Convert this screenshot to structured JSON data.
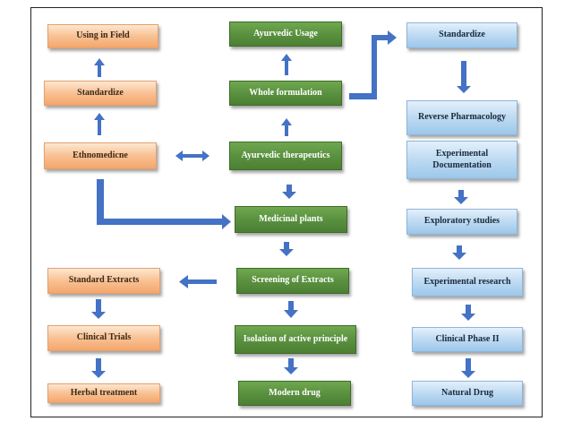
{
  "left_column": {
    "using_in_field": "Using in Field",
    "standardize": "Standardize",
    "ethnomedicne": "Ethnomedicne",
    "standard_extracts": "Standard Extracts",
    "clinical_trials": "Clinical Trials",
    "herbal_treatment": "Herbal treatment"
  },
  "center_column": {
    "ayurvedic_usage": "Ayurvedic Usage",
    "whole_formulation": "Whole formulation",
    "ayurvedic_therapeutics": "Ayurvedic therapeutics",
    "medicinal_plants": "Medicinal plants",
    "screening_of_extracts": "Screening of Extracts",
    "isolation_of_active_principle": "Isolation of active principle",
    "modern_drug": "Modern drug"
  },
  "right_column": {
    "standardize": "Standardize",
    "reverse_pharmacology": "Reverse Pharmacology",
    "experimental_documentation": "Experimental Documentation",
    "exploratory_studies": "Exploratory studies",
    "experimental_research": "Experimental research",
    "clinical_phase_ii": "Clinical Phase II",
    "natural_drug": "Natural Drug"
  },
  "colors": {
    "arrow": "#4472c4",
    "left_boxes": "#f4a66b",
    "center_boxes": "#5a9140",
    "right_boxes": "#9dc7ea"
  }
}
